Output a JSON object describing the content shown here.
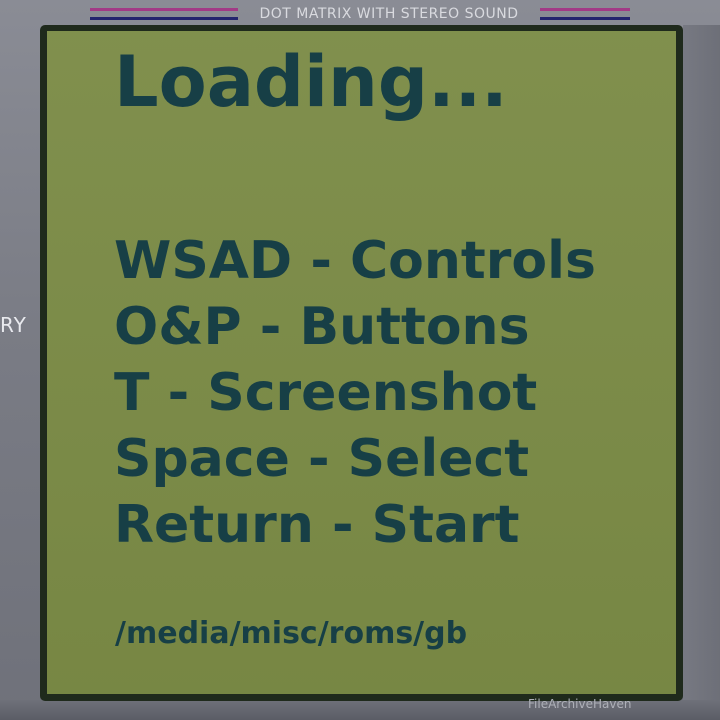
{
  "device": {
    "top_label": "DOT MATRIX WITH STEREO SOUND",
    "side_label": "RY"
  },
  "screen": {
    "title": "Loading...",
    "controls": [
      "WSAD - Controls",
      "O&P - Buttons",
      "T - Screenshot",
      "Space - Select",
      "Return - Start"
    ],
    "rom_path": "/media/misc/roms/gb"
  },
  "watermark": "FileArchiveHaven",
  "colors": {
    "screen_background": "#7b8b46",
    "screen_text": "#173f46",
    "bezel": "#1f2a1c",
    "stripe_magenta": "#a23a86",
    "stripe_navy": "#24246e",
    "device_body": "#7b7d86"
  }
}
